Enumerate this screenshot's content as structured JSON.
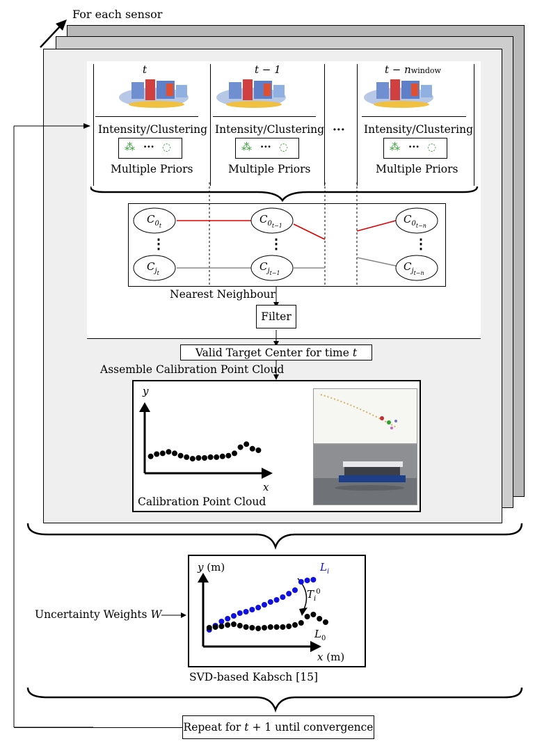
{
  "header": {
    "for_each_sensor": "For each sensor"
  },
  "frames": [
    {
      "time_label": "t",
      "method": "Intensity/Clustering",
      "priors": "Multiple Priors"
    },
    {
      "time_label": "t − 1",
      "method": "Intensity/Clustering",
      "priors": "Multiple Priors"
    },
    {
      "time_label": "t − n",
      "time_label_sub": "window",
      "method": "Intensity/Clustering",
      "priors": "Multiple Priors"
    }
  ],
  "frame_gap_ellipsis": "···",
  "prior_ellipsis": "···",
  "tracking": {
    "nodes_top": [
      {
        "base": "C",
        "sub": "0",
        "subsub": "t"
      },
      {
        "base": "C",
        "sub": "0",
        "subsub": "t−1"
      },
      {
        "base": "C",
        "sub": "0",
        "subsub": "t−n"
      }
    ],
    "nodes_bottom": [
      {
        "base": "C",
        "sub": "j",
        "subsub": "t"
      },
      {
        "base": "C",
        "sub": "j",
        "subsub": "t−1"
      },
      {
        "base": "C",
        "sub": "j",
        "subsub": "t−n"
      }
    ],
    "vertical_ellipsis": "⋮",
    "nearest_neighbour": "Nearest Neighbour",
    "filter": "Filter",
    "colors": {
      "top_link": "#dd0000",
      "bottom_link": "#888888"
    }
  },
  "valid_target": {
    "prefix": "Valid Target Center for time ",
    "var": "t"
  },
  "assemble_label": "Assemble Calibration Point Cloud",
  "calib_cloud": {
    "y_axis": "y",
    "x_axis": "x",
    "caption": "Calibration Point Cloud",
    "chart_data": {
      "type": "scatter",
      "x": [
        1,
        2,
        3,
        4,
        5,
        6,
        7,
        8,
        9,
        10,
        11,
        12,
        13,
        14,
        15,
        16,
        17,
        18,
        19
      ],
      "y": [
        2.2,
        2.5,
        2.6,
        2.8,
        2.6,
        2.3,
        2.1,
        1.9,
        2.0,
        2.0,
        2.1,
        2.1,
        2.2,
        2.3,
        2.6,
        3.4,
        3.8,
        3.2,
        3.0
      ]
    }
  },
  "kabsch": {
    "y_axis": "y",
    "y_unit": "(m)",
    "x_axis": "x",
    "x_unit": "(m)",
    "Li_label": "L",
    "Li_sub": "i",
    "L0_label": "L",
    "L0_sub": "0",
    "T_label": "T",
    "T_sub": "i",
    "T_sup": "0",
    "weights_prefix": "Uncertainty Weights ",
    "weights_var": "W",
    "caption": "SVD-based Kabsch [15]",
    "colors": {
      "Li": "#1010e0",
      "L0": "#000000"
    },
    "chart_data": {
      "type": "scatter",
      "series": [
        {
          "name": "Li",
          "x": [
            1,
            2,
            3,
            4,
            5,
            6,
            7,
            8,
            9,
            10,
            11,
            12,
            13,
            14,
            15,
            16,
            17,
            18
          ],
          "y": [
            0.6,
            1.2,
            1.8,
            2.2,
            2.6,
            3.0,
            3.2,
            3.5,
            3.8,
            4.2,
            4.6,
            4.9,
            5.3,
            5.8,
            6.3,
            7.5,
            7.7,
            7.8
          ]
        },
        {
          "name": "L0",
          "x": [
            1,
            2,
            3,
            4,
            5,
            6,
            7,
            8,
            9,
            10,
            11,
            12,
            13,
            14,
            15,
            16,
            17,
            18,
            19,
            20
          ],
          "y": [
            0.9,
            1.0,
            1.1,
            1.3,
            1.4,
            1.2,
            1.0,
            0.9,
            0.8,
            0.9,
            1.0,
            1.0,
            1.0,
            1.1,
            1.3,
            1.6,
            2.5,
            2.8,
            2.2,
            1.7
          ]
        }
      ]
    }
  },
  "repeat": {
    "prefix": "Repeat for ",
    "var": "t",
    "suffix": " + 1 until convergence"
  }
}
